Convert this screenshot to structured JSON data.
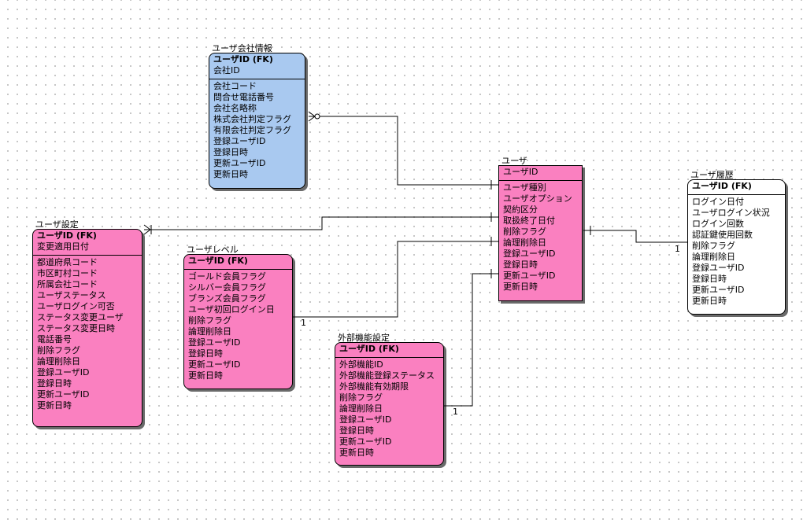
{
  "colors": {
    "blue": "#a9c9f0",
    "pink": "#fa80c0",
    "white": "#ffffff",
    "line": "#000000"
  },
  "entities": {
    "user_company": {
      "name": "ユーザ会社情報",
      "keys": [
        "ユーザID (FK)",
        "会社ID"
      ],
      "attributes": [
        "会社コード",
        "問合せ電話番号",
        "会社名略称",
        "株式会社判定フラグ",
        "有限会社判定フラグ",
        "登録ユーザID",
        "登録日時",
        "更新ユーザID",
        "更新日時"
      ]
    },
    "user": {
      "name": "ユーザ",
      "keys": [
        "ユーザID"
      ],
      "attributes": [
        "ユーザ種別",
        "ユーザオプション",
        "契約区分",
        "取扱終了日付",
        "削除フラグ",
        "論理削除日",
        "登録ユーザID",
        "登録日時",
        "更新ユーザID",
        "更新日時"
      ]
    },
    "user_history": {
      "name": "ユーザ履歴",
      "keys": [
        "ユーザID (FK)"
      ],
      "attributes": [
        "ログイン日付",
        "ユーザログイン状況",
        "ログイン回数",
        "認証鍵使用回数",
        "削除フラグ",
        "論理削除日",
        "登録ユーザID",
        "登録日時",
        "更新ユーザID",
        "更新日時"
      ]
    },
    "user_settings": {
      "name": "ユーザ設定",
      "keys": [
        "ユーザID (FK)",
        "変更適用日付"
      ],
      "attributes": [
        "都道府県コード",
        "市区町村コード",
        "所属会社コード",
        "ユーザステータス",
        "ユーザログイン可否",
        "ステータス変更ユーザ",
        "ステータス変更日時",
        "電話番号",
        "削除フラグ",
        "論理削除日",
        "登録ユーザID",
        "登録日時",
        "更新ユーザID",
        "更新日時"
      ]
    },
    "user_level": {
      "name": "ユーザレベル",
      "keys": [
        "ユーザID (FK)"
      ],
      "attributes": [
        "ゴールド会員フラグ",
        "シルバー会員フラグ",
        "ブランズ会員フラグ",
        "ユーザ初回ログイン日",
        "削除フラグ",
        "論理削除日",
        "登録ユーザID",
        "登録日時",
        "更新ユーザID",
        "更新日時"
      ]
    },
    "external_function": {
      "name": "外部機能設定",
      "keys": [
        "ユーザID (FK)"
      ],
      "attributes": [
        "外部機能ID",
        "外部機能登録ステータス",
        "外部機能有効期限",
        "削除フラグ",
        "論理削除日",
        "登録ユーザID",
        "登録日時",
        "更新ユーザID",
        "更新日時"
      ]
    }
  },
  "cardinalities": {
    "user_history": "1",
    "user_level": "1",
    "external_function": "1"
  }
}
